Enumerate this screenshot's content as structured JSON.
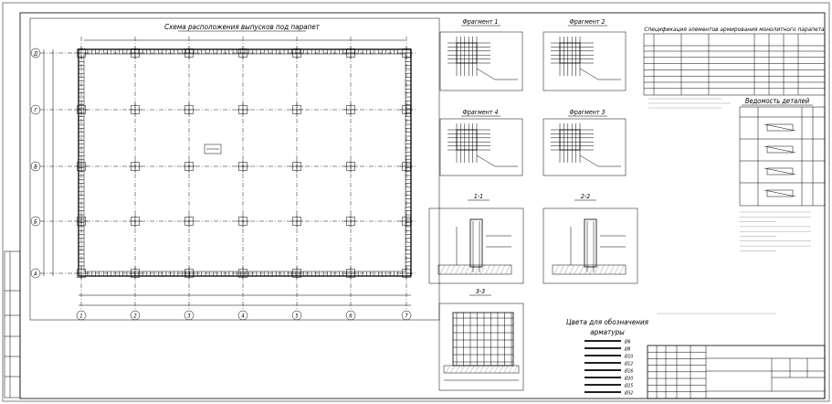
{
  "sheet": {
    "main_plan_title": "Схема расположения выпусков под парапет",
    "spec_title": "Спецификация элементов армирования монолитного парапета",
    "vedomost_title": "Ведомость деталей",
    "colors_title_1": "Цвета для обозначения",
    "colors_title_2": "арматуры",
    "fragments": [
      "Фрагмент 1",
      "Фрагмент 2",
      "Фрагмент 4",
      "Фрагмент 3"
    ],
    "sections": [
      "1-1",
      "2-2",
      "3-3"
    ],
    "row_axes": [
      "Д",
      "Г",
      "В",
      "Б",
      "А"
    ],
    "col_axes": [
      "1",
      "2",
      "3",
      "4",
      "5",
      "6",
      "7"
    ],
    "legend": [
      {
        "label": "Ø6",
        "color": "#000000"
      },
      {
        "label": "Ø8",
        "color": "#000000"
      },
      {
        "label": "Ø10",
        "color": "#000000"
      },
      {
        "label": "Ø12",
        "color": "#000000"
      },
      {
        "label": "Ø16",
        "color": "#000000"
      },
      {
        "label": "Ø20",
        "color": "#000000"
      },
      {
        "label": "Ø25",
        "color": "#000000"
      },
      {
        "label": "Ø32",
        "color": "#000000"
      }
    ]
  }
}
